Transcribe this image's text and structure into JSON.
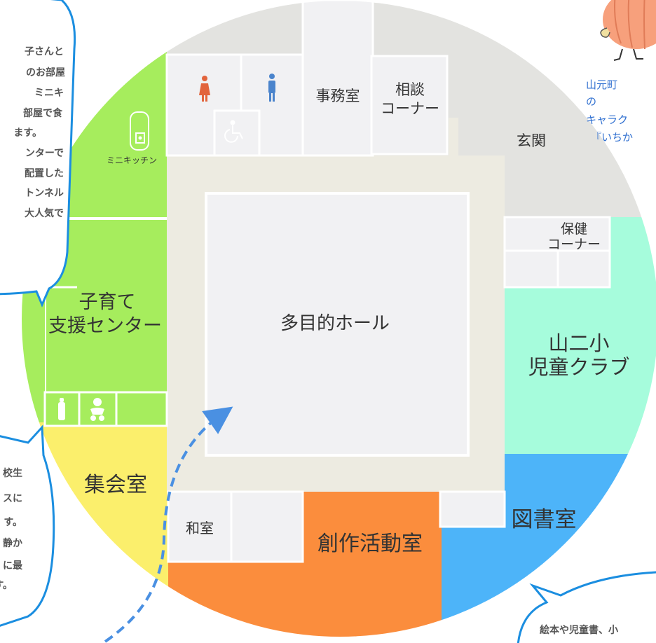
{
  "rooms": {
    "jimushitsu": "事務室",
    "soudan_1": "相談",
    "soudan_2": "コーナー",
    "genkan": "玄関",
    "hoken_1": "保健",
    "hoken_2": "コーナー",
    "mini_kitchen": "ミニキッチン",
    "kosodate_1": "子育て",
    "kosodate_2": "支援センター",
    "tamokuteki": "多目的ホール",
    "jidou_1": "山二小",
    "jidou_2": "児童クラブ",
    "shuukai": "集会室",
    "washitsu": "和室",
    "sousaku": "創作活動室",
    "toshoshitsu": "図書室"
  },
  "bubbles": {
    "kosodate": [
      "子さんと",
      "のお部屋",
      "ミニキ",
      "部屋で食",
      "ます。",
      "ンターで",
      "配置した",
      "トンネル",
      "大人気で"
    ],
    "shuukai": [
      "校生",
      "スに",
      "す。",
      "静か",
      "に最",
      "す。"
    ],
    "library": [
      "絵本や児童書、小"
    ]
  },
  "mascot_caption": [
    "山元町",
    "の",
    "キャラク",
    "『いちか"
  ],
  "colors": {
    "kosodate": "#a6ed5d",
    "shuukai": "#fbef6c",
    "sousaku": "#fb8d3d",
    "toshoshitsu": "#4db4f9",
    "jidou": "#a6fcdc",
    "corridor": "#edebe1",
    "outer_gray": "#e3e3e0",
    "room_light": "#f1f1f3",
    "bubble_border": "#1b8ee0",
    "arrow": "#4a90e2",
    "toilet_female": "#e2643c",
    "toilet_male": "#4a84cc"
  },
  "icons": [
    "female-toilet-icon",
    "male-toilet-icon",
    "wheelchair-icon",
    "mini-kitchen-icon",
    "baby-bottle-icon",
    "baby-icon",
    "mascot-icon"
  ]
}
